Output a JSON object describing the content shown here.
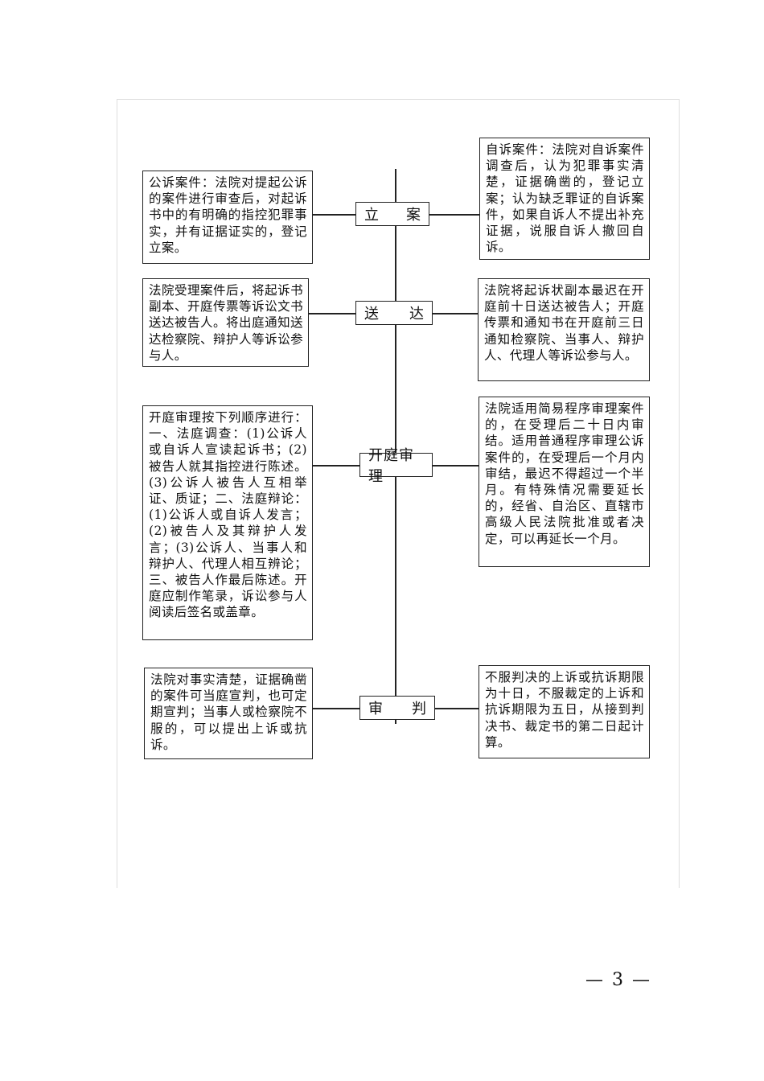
{
  "stages": {
    "filing": {
      "left": "立",
      "right": "案"
    },
    "service": {
      "left": "送",
      "right": "达"
    },
    "trial": {
      "label": "开庭审理"
    },
    "judgment": {
      "left": "审",
      "right": "判"
    }
  },
  "boxes": {
    "filing_left": "公诉案件：法院对提起公诉的案件进行审查后，对起诉书中的有明确的指控犯罪事实，并有证据证实的，登记立案。",
    "filing_right": "自诉案件：法院对自诉案件调查后，认为犯罪事实清楚，证据确凿的，登记立案；认为缺乏罪证的自诉案件，如果自诉人不提出补充证据，说服自诉人撤回自诉。",
    "service_left": "法院受理案件后，将起诉书副本、开庭传票等诉讼文书送达被告人。将出庭通知送达检察院、辩护人等诉讼参与人。",
    "service_right": "法院将起诉状副本最迟在开庭前十日送达被告人；开庭传票和通知书在开庭前三日通知检察院、当事人、辩护人、代理人等诉讼参与人。",
    "trial_left": "开庭审理按下列顺序进行：一、法庭调查：(1)公诉人或自诉人宣读起诉书；(2)被告人就其指控进行陈述。(3)公诉人被告人互相举证、质证；二、法庭辩论：(1)公诉人或自诉人发言；(2)被告人及其辩护人发言；(3)公诉人、当事人和辩护人、代理人相互辨论；三、被告人作最后陈述。开庭应制作笔录，诉讼参与人阅读后签名或盖章。",
    "trial_right": "法院适用简易程序审理案件的，在受理后二十日内审结。适用普通程序审理公诉案件的，在受理后一个月内审结，最迟不得超过一个半月。有特殊情况需要延长的，经省、自治区、直辖市高级人民法院批准或者决定，可以再延长一个月。",
    "judgment_left": "法院对事实清楚，证据确凿的案件可当庭宣判，也可定期宣判；当事人或检察院不服的，可以提出上诉或抗诉。",
    "judgment_right": "不服判决的上诉或抗诉期限为十日，不服裁定的上诉和抗诉期限为五日，从接到判决书、裁定书的第二日起计算。"
  },
  "page_number": "— 3 —"
}
